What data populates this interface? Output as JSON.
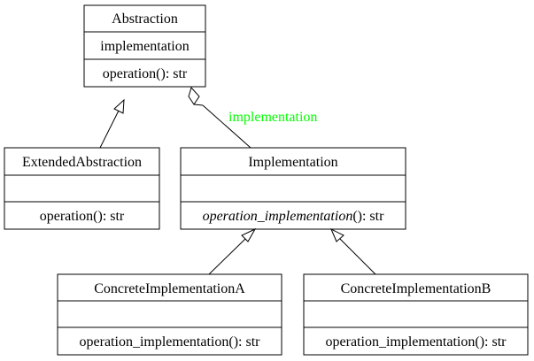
{
  "diagram": {
    "classes": {
      "abstraction": {
        "name": "Abstraction",
        "attribute": "implementation",
        "method": "operation(): str"
      },
      "extended_abstraction": {
        "name": "ExtendedAbstraction",
        "attribute": "",
        "method": "operation(): str"
      },
      "implementation": {
        "name": "Implementation",
        "attribute": "",
        "method_name": "operation_implementation",
        "method_suffix": "(): str"
      },
      "concrete_a": {
        "name": "ConcreteImplementationA",
        "attribute": "",
        "method": "operation_implementation(): str"
      },
      "concrete_b": {
        "name": "ConcreteImplementationB",
        "attribute": "",
        "method": "operation_implementation(): str"
      }
    },
    "relations": {
      "aggregation_label": "implementation",
      "aggregation_label_color": "#00ff00"
    }
  }
}
